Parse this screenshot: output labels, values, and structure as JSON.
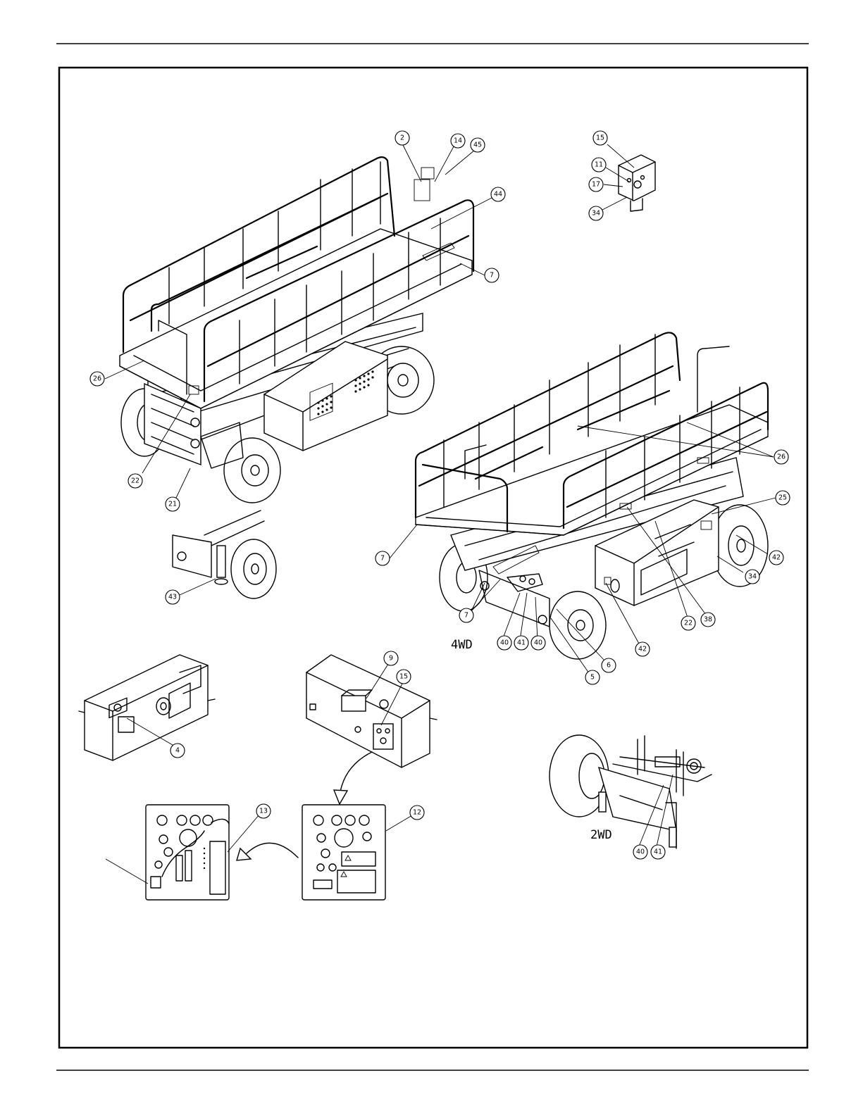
{
  "labels": {
    "drive_4wd": "4WD",
    "drive_2wd": "2WD"
  },
  "balloons": [
    {
      "id": "b1",
      "text": "2"
    },
    {
      "id": "b2",
      "text": "14"
    },
    {
      "id": "b3",
      "text": "45"
    },
    {
      "id": "b4",
      "text": "44"
    },
    {
      "id": "b5",
      "text": "7"
    },
    {
      "id": "b6",
      "text": "26"
    },
    {
      "id": "b7",
      "text": "22"
    },
    {
      "id": "b8",
      "text": "21"
    },
    {
      "id": "b9",
      "text": "43"
    },
    {
      "id": "b10",
      "text": "15"
    },
    {
      "id": "b11",
      "text": "11"
    },
    {
      "id": "b12",
      "text": "17"
    },
    {
      "id": "b13",
      "text": "34"
    },
    {
      "id": "b14",
      "text": "26"
    },
    {
      "id": "b15",
      "text": "25"
    },
    {
      "id": "b16",
      "text": "42"
    },
    {
      "id": "b17",
      "text": "34"
    },
    {
      "id": "b18",
      "text": "7"
    },
    {
      "id": "b19",
      "text": "7"
    },
    {
      "id": "b20",
      "text": "40"
    },
    {
      "id": "b21",
      "text": "41"
    },
    {
      "id": "b22",
      "text": "40"
    },
    {
      "id": "b23",
      "text": "22"
    },
    {
      "id": "b24",
      "text": "38"
    },
    {
      "id": "b25",
      "text": "42"
    },
    {
      "id": "b26",
      "text": "6"
    },
    {
      "id": "b27",
      "text": "5"
    },
    {
      "id": "b28",
      "text": "9"
    },
    {
      "id": "b29",
      "text": "15"
    },
    {
      "id": "b30",
      "text": "4"
    },
    {
      "id": "b31",
      "text": "13"
    },
    {
      "id": "b32",
      "text": "12"
    },
    {
      "id": "b33",
      "text": "40"
    },
    {
      "id": "b34",
      "text": "41"
    }
  ]
}
